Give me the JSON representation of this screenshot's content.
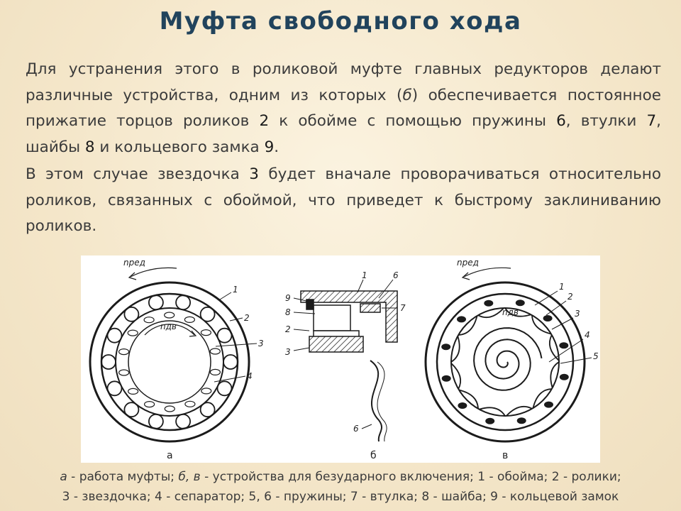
{
  "title": "Муфта свободного хода",
  "paragraphs": {
    "p1": {
      "t1": "Для устранения этого в роликовой муфте главных редукторов делают различные устройства, одним из которых (",
      "t1_italic": "б",
      "t2": ") обеспечивается постоянное прижатие торцов роликов ",
      "n1": "2",
      "t3": " к обойме с помощью пружины ",
      "n2": "6",
      "t4": ", втулки ",
      "n3": "7",
      "t5": ", шайбы ",
      "n4": "8",
      "t6": " и кольцевого замка ",
      "n5": "9",
      "t7": "."
    },
    "p2": {
      "t1": "В этом случае звездочка ",
      "n1": "3",
      "t2": " будет вначале проворачиваться относительно роликов, связанных с обоймой, что приведет к быстрому заклиниванию роликов."
    }
  },
  "figure": {
    "labels_a": [
      "1",
      "2",
      "3",
      "4"
    ],
    "labels_b": [
      "1",
      "6",
      "7",
      "9",
      "8",
      "2",
      "3",
      "6"
    ],
    "labels_v": [
      "1",
      "2",
      "3",
      "4",
      "5"
    ],
    "n_red": "nред",
    "n_dv": "nдв",
    "sub_a": "а",
    "sub_b": "б",
    "sub_v": "в"
  },
  "caption": {
    "line1_a": "а",
    "line1_t1": " - работа муфты; ",
    "line1_bv": "б, в",
    "line1_t2": " - устройства для безударного включения; 1 - обойма; 2 - ролики;",
    "line2": "3 - звездочка; 4 - сепаратор; 5, 6 - пружины; 7 - втулка; 8 - шайба; 9 - кольцевой замок"
  },
  "colors": {
    "title": "#21435c",
    "text": "#3b3b3b",
    "background": "#f4e6c9"
  }
}
